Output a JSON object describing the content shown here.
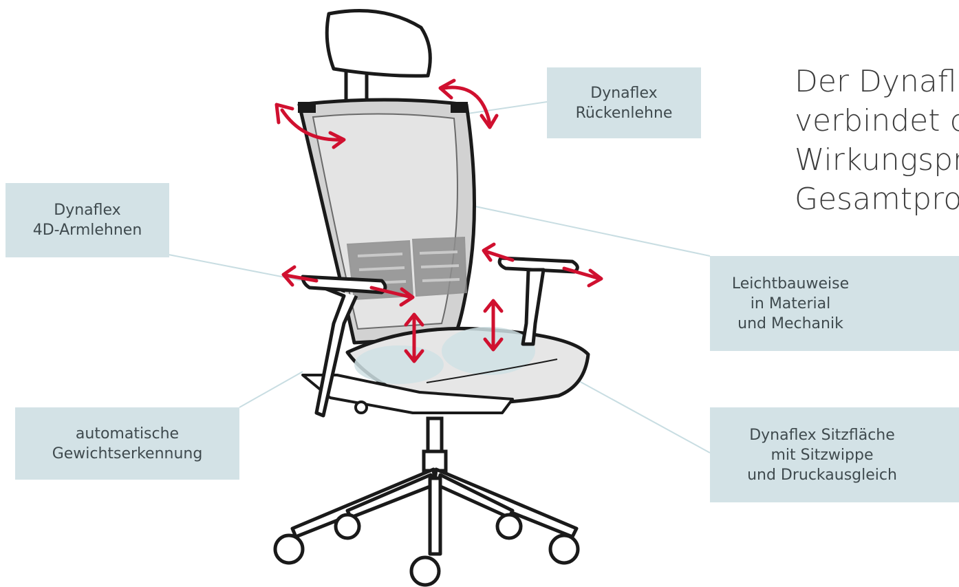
{
  "labels": {
    "rueckenlehne": [
      "Dynaflex",
      "Rückenlehne"
    ],
    "armlehnen": [
      "Dynaflex",
      "4D-Armlehnen"
    ],
    "leichtbau": [
      "Leichtbauweise",
      "in Material",
      "und Mechanik"
    ],
    "gewicht": [
      "automatische",
      "Gewichtserkennung"
    ],
    "sitzflaeche": [
      "Dynaflex Sitzfläche",
      "mit Sitzwippe",
      "und Druckausgleich"
    ]
  },
  "headline": [
    "Der Dynafle",
    "verbindet d",
    "Wirkungspr",
    "Gesamtproc"
  ],
  "colors": {
    "arrow": "#d0102f",
    "label_bg": "#d3e2e6",
    "leader": "#c8dde2",
    "outline": "#1a1a1a",
    "mesh": "#e3e3e3",
    "frame": "#d2d2d2"
  }
}
